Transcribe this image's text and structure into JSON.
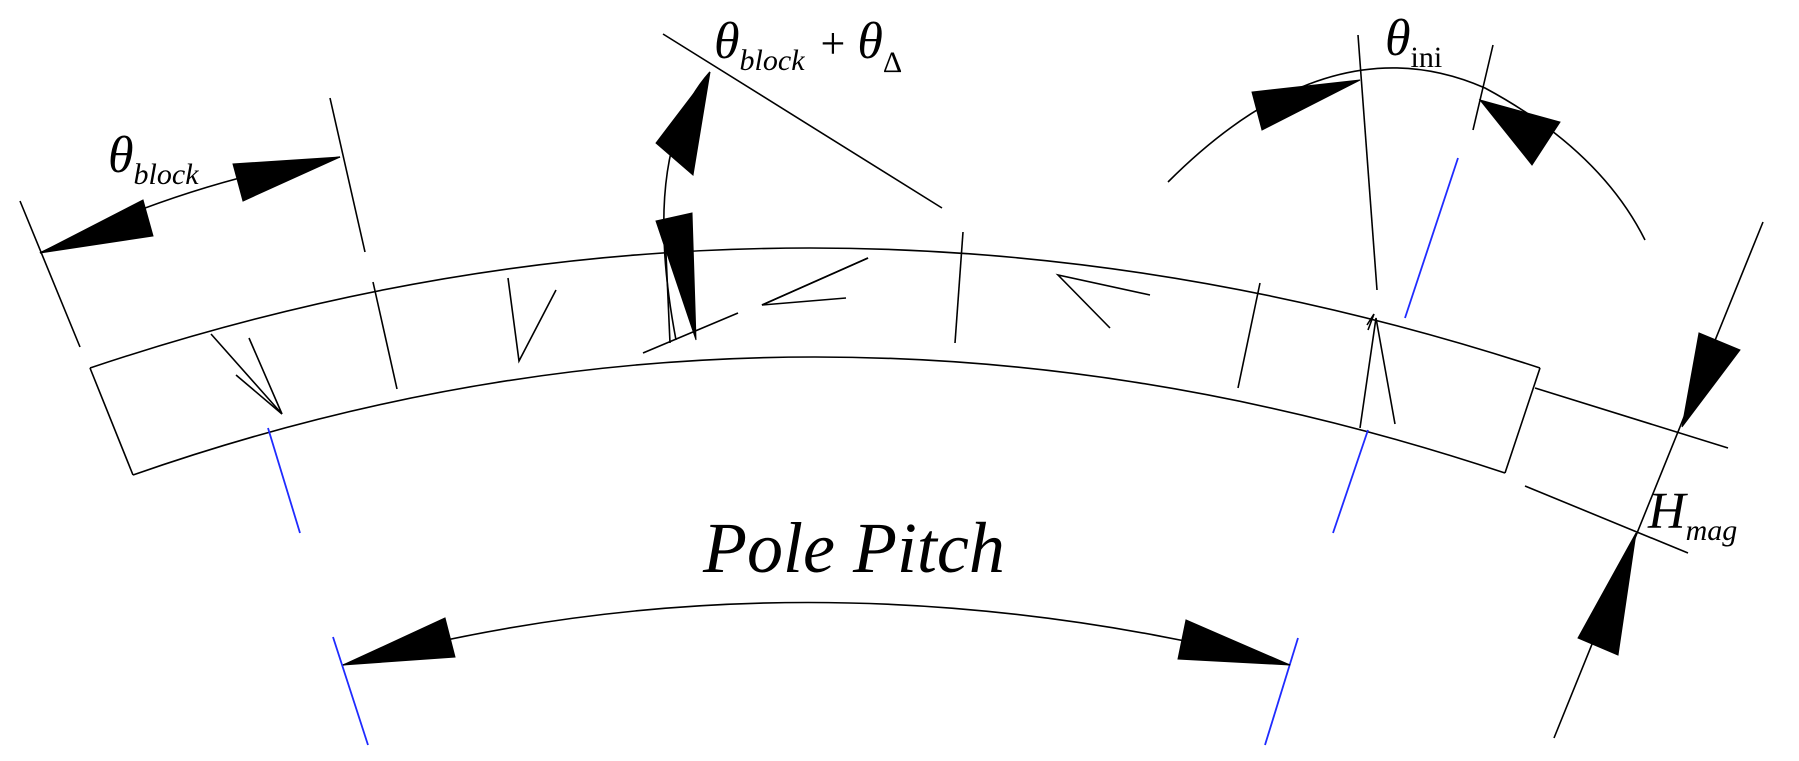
{
  "labels": {
    "theta_block": {
      "symbol": "θ",
      "subscript": "block"
    },
    "theta_block_plus_delta": {
      "symbol": "θ",
      "subscript": "block",
      "operator": "+",
      "symbol2": "θ",
      "subscript2": "Δ"
    },
    "theta_ini": {
      "symbol": "θ",
      "subscript": "ini"
    },
    "h_mag": {
      "symbol": "H",
      "subscript": "mag"
    },
    "pole_pitch": "Pole Pitch"
  },
  "colors": {
    "stroke": "#000000",
    "pole_boundary": "#1f2bff",
    "background": "#ffffff"
  }
}
